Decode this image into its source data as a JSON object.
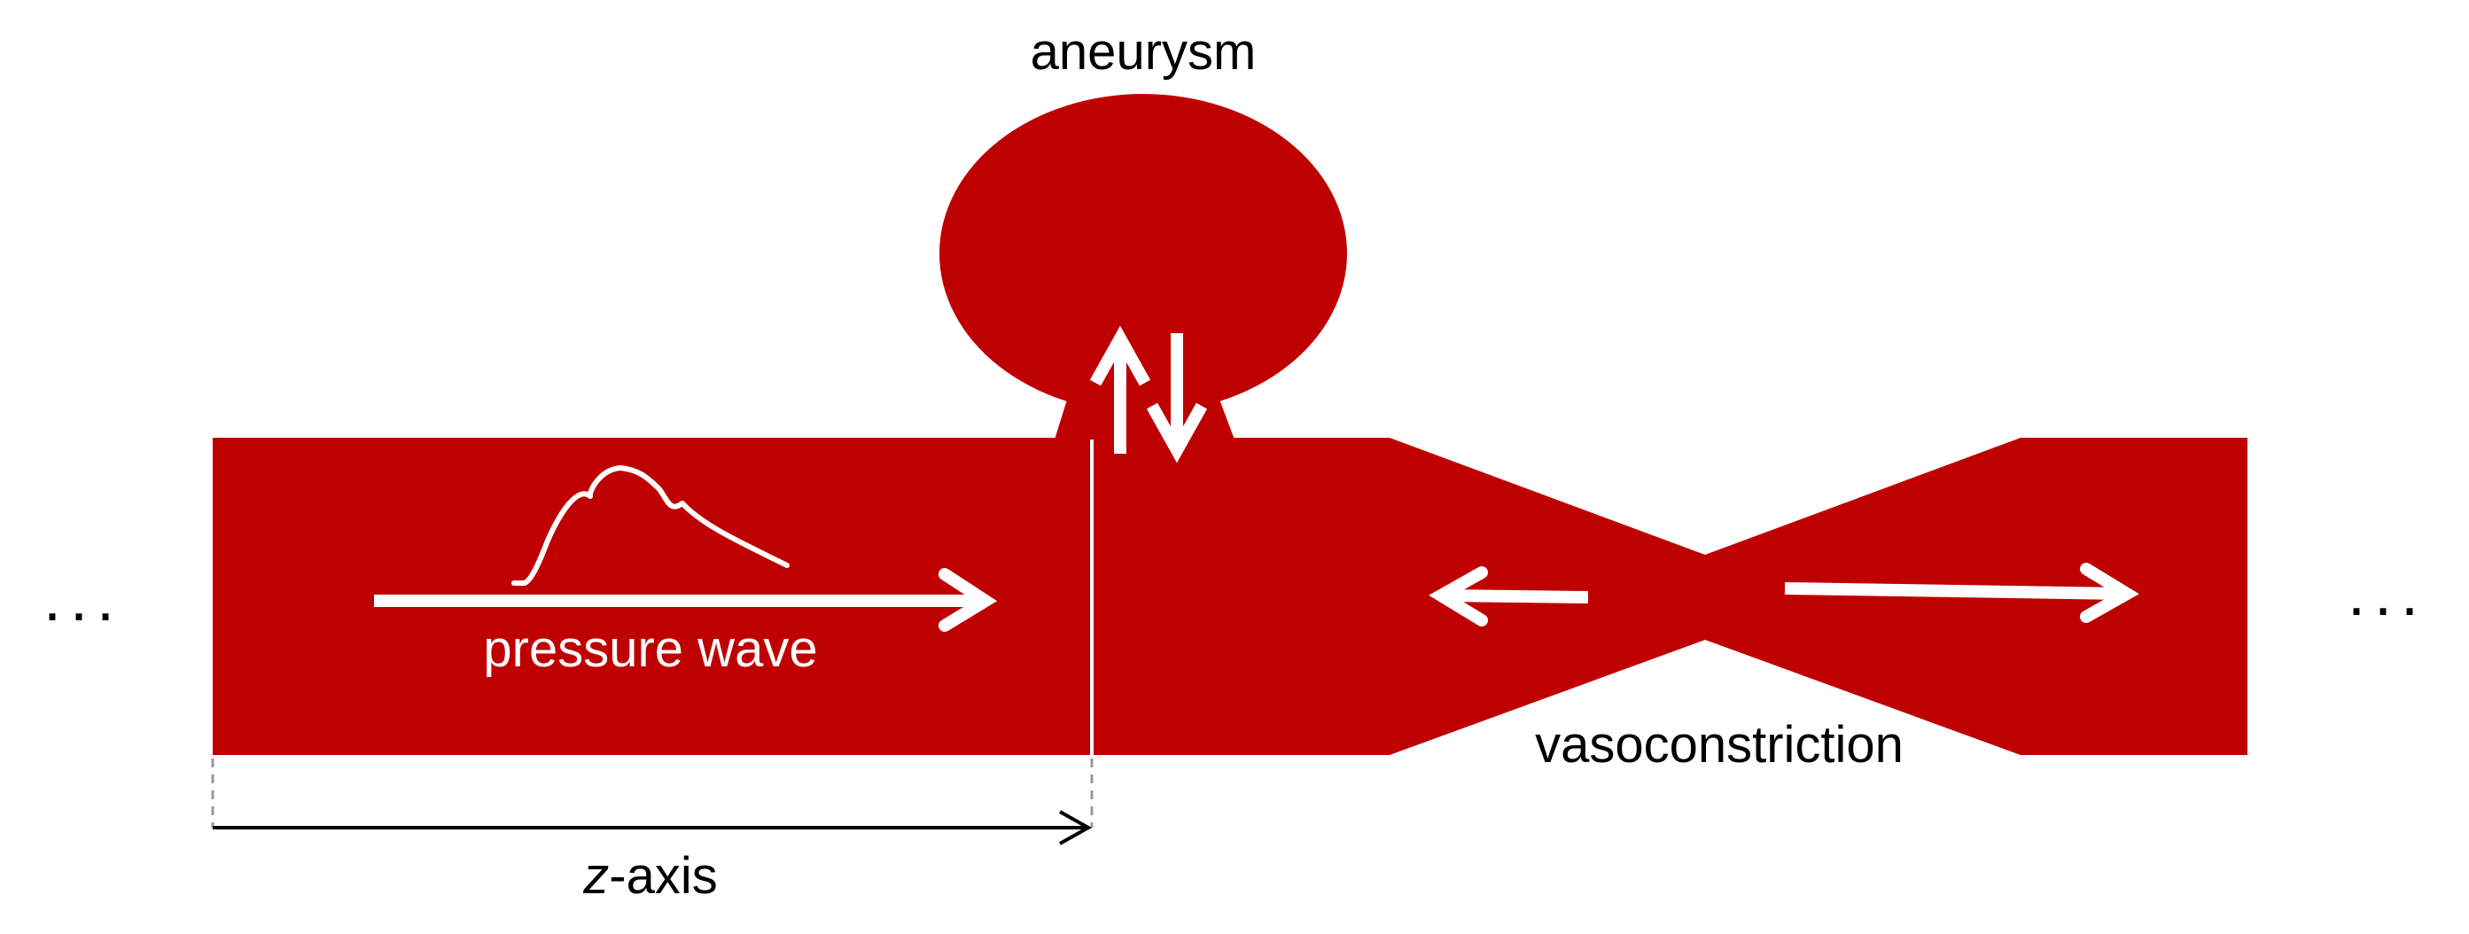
{
  "colors": {
    "vessel": "#bf0000",
    "arrow": "#ffffff",
    "text": "#000000",
    "guide": "#999999"
  },
  "labels": {
    "aneurysm": "aneurysm",
    "pressure_wave": "pressure wave",
    "vasoconstriction": "vasoconstriction",
    "z_axis_var": "z",
    "z_axis_rest": "-axis",
    "ellipsis_left": "...",
    "ellipsis_right": "..."
  },
  "icons": {
    "pressure_pulse": "pulse-waveform-icon",
    "flow_arrows": "arrow-icon"
  }
}
